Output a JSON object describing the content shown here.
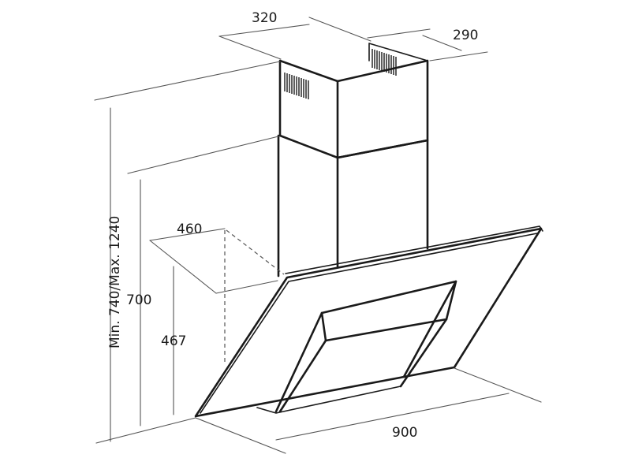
{
  "diagram": {
    "subject": "chimney cooker hood dimension drawing",
    "line_color": "#1a1a1a",
    "dimensions": {
      "chimney_width": "320",
      "chimney_depth": "290",
      "glass_depth": "460",
      "overall_height": "Min. 740/Max. 1240",
      "hood_height": "700",
      "front_height": "467",
      "hood_width": "900"
    }
  }
}
